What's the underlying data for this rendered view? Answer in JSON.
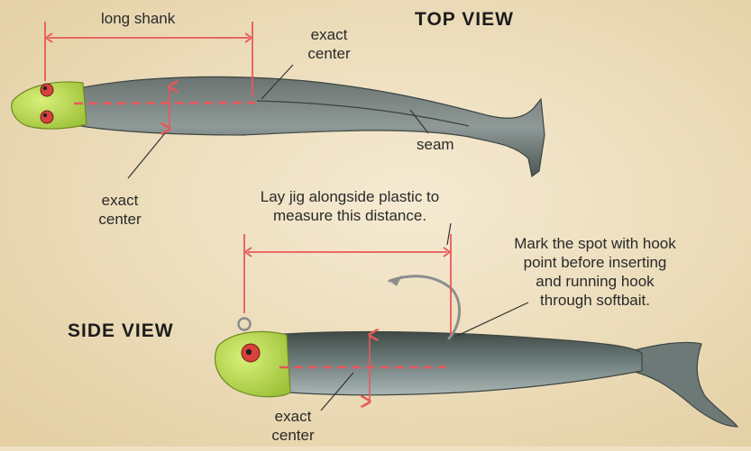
{
  "top_view": {
    "heading": "TOP VIEW",
    "label_long_shank": "long shank",
    "label_exact_center_upper": [
      "exact",
      "center"
    ],
    "label_exact_center_lower": [
      "exact",
      "center"
    ],
    "label_seam": "seam"
  },
  "side_view": {
    "heading": "SIDE VIEW",
    "label_measure": [
      "Lay jig alongside plastic to",
      "measure this distance."
    ],
    "label_mark": [
      "Mark the spot with hook",
      "point before inserting",
      "and running hook",
      "through softbait."
    ],
    "label_exact_center": [
      "exact",
      "center"
    ]
  },
  "colors": {
    "background": "#efe2c4",
    "measure_line": "#e8585a",
    "jig_head": "#bfe05a",
    "eye": "#d9413c",
    "bait_body": "#4f5f5a",
    "leader_line": "#333333"
  }
}
